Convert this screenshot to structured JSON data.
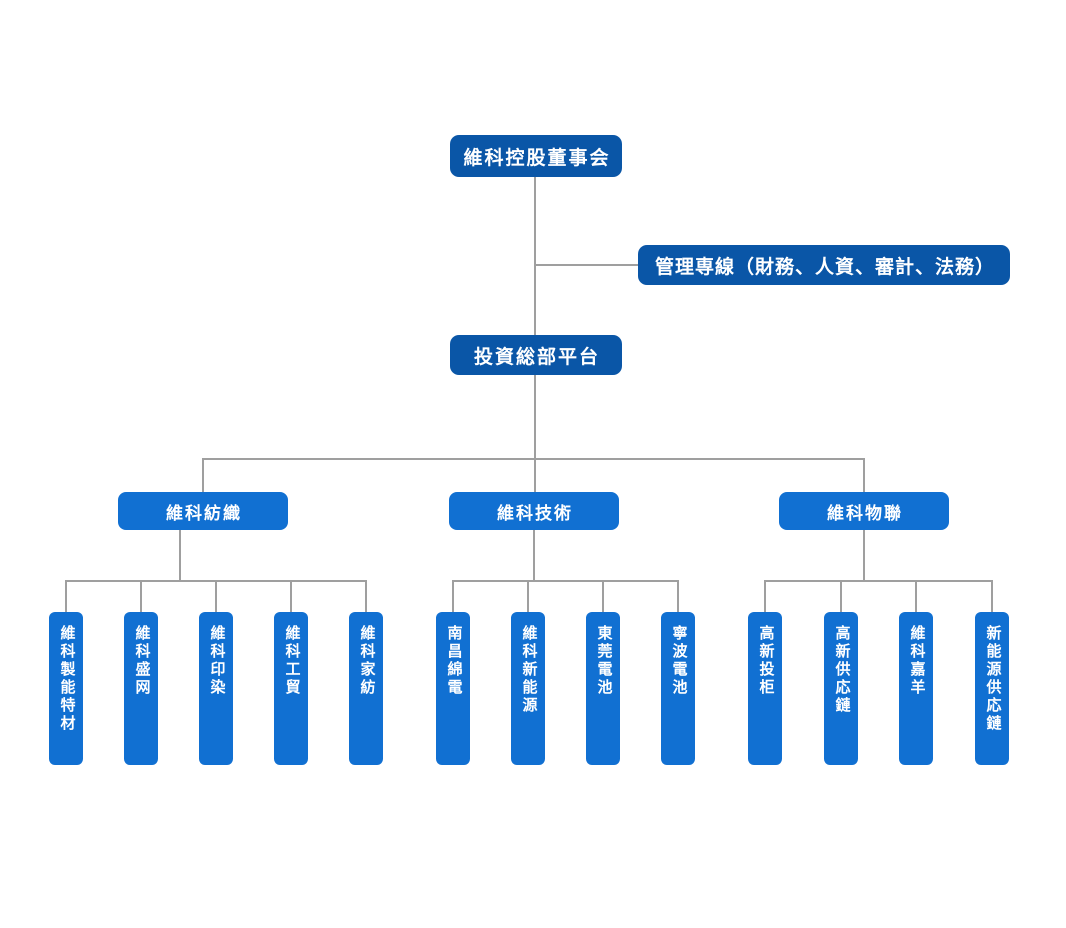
{
  "theme": {
    "primary": "#1170d2",
    "primary_dark": "#0a56a7",
    "line": "#9f9f9f",
    "text": "#ffffff"
  },
  "org_chart": {
    "root": {
      "label": "維科控股董事会"
    },
    "management_line": {
      "label": "管理専線（財務、人資、審計、法務）"
    },
    "platform": {
      "label": "投資総部平台"
    },
    "branches": [
      {
        "label": "維科紡織",
        "children": [
          {
            "label": "維科製能特材"
          },
          {
            "label": "維科盛网"
          },
          {
            "label": "維科印染"
          },
          {
            "label": "維科工貿"
          },
          {
            "label": "維科家紡"
          }
        ]
      },
      {
        "label": "維科技術",
        "children": [
          {
            "label": "南昌綿電"
          },
          {
            "label": "維科新能源"
          },
          {
            "label": "東莞電池"
          },
          {
            "label": "寧波電池"
          }
        ]
      },
      {
        "label": "維科物聯",
        "children": [
          {
            "label": "高新投柜"
          },
          {
            "label": "高新供応鏈"
          },
          {
            "label": "維科嘉羊"
          },
          {
            "label": "新能源供応鏈"
          }
        ]
      }
    ]
  }
}
